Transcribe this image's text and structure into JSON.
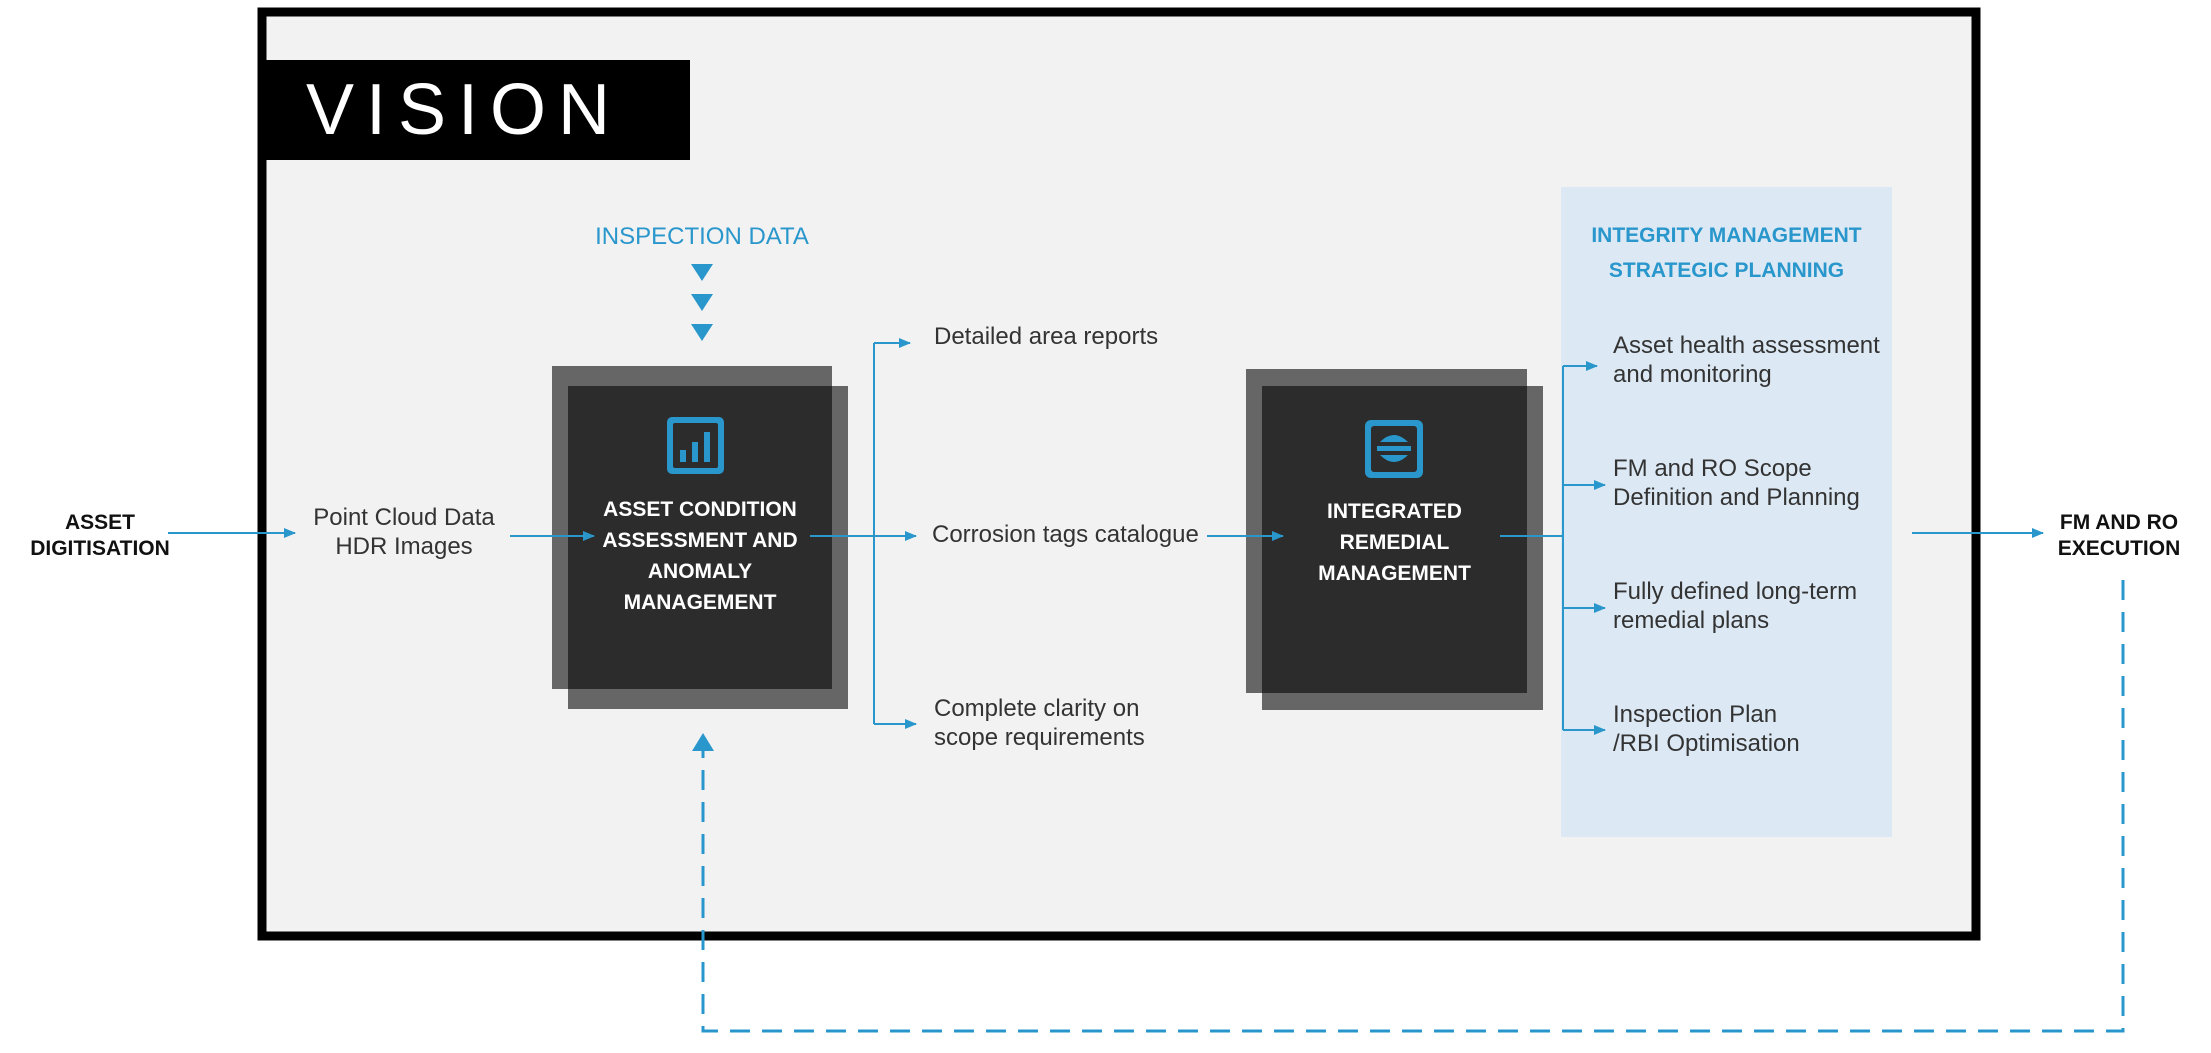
{
  "title": "VISION",
  "inputs": {
    "asset_digitisation": "ASSET DIGITISATION",
    "inspection_data": "INSPECTION DATA",
    "point_cloud_line1": "Point Cloud Data",
    "point_cloud_line2": "HDR Images"
  },
  "boxes": {
    "acam": [
      "ASSET CONDITION",
      "ASSESSMENT AND",
      "ANOMALY",
      "MANAGEMENT"
    ],
    "irm": [
      "INTEGRATED",
      "REMEDIAL",
      "MANAGEMENT"
    ],
    "acam_icon": "bar-chart-icon",
    "irm_icon": "remedial-icon"
  },
  "middle_outputs": {
    "detailed": "Detailed area reports",
    "corrosion": "Corrosion tags catalogue",
    "clarity_line1": "Complete clarity on",
    "clarity_line2": "scope requirements"
  },
  "strategic": {
    "title_line1": "INTEGRITY MANAGEMENT",
    "title_line2": "STRATEGIC PLANNING",
    "items": [
      [
        "Asset health assessment",
        "and monitoring"
      ],
      [
        "FM and RO Scope",
        "Definition and Planning"
      ],
      [
        "Fully defined long-term",
        "remedial plans"
      ],
      [
        "Inspection Plan",
        "/RBI Optimisation"
      ]
    ]
  },
  "execution": "FM AND RO EXECUTION",
  "colors": {
    "accent": "#2a97cc",
    "frame": "#000000",
    "panel": "#f2f2f2",
    "box_dark": "#2c2c2c",
    "box_shadow": "#666666",
    "strategic_bg": "#dce9f4"
  }
}
